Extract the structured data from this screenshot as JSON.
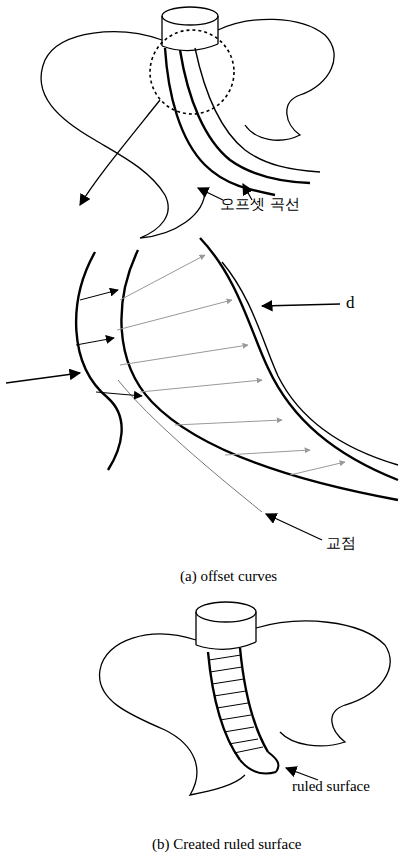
{
  "diagram": {
    "labels": [
      "오프셋 곡선",
      "d",
      "교점",
      "(a) offset curves",
      "ruled surface",
      "(b) Created ruled surface"
    ]
  }
}
